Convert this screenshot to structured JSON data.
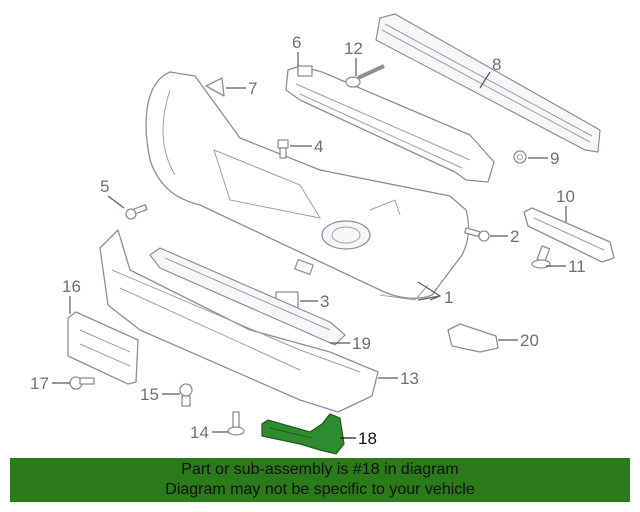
{
  "callouts": [
    {
      "id": "1",
      "label": "1"
    },
    {
      "id": "2",
      "label": "2"
    },
    {
      "id": "3",
      "label": "3"
    },
    {
      "id": "4",
      "label": "4"
    },
    {
      "id": "5",
      "label": "5"
    },
    {
      "id": "6",
      "label": "6"
    },
    {
      "id": "7",
      "label": "7"
    },
    {
      "id": "8",
      "label": "8"
    },
    {
      "id": "9",
      "label": "9"
    },
    {
      "id": "10",
      "label": "10"
    },
    {
      "id": "11",
      "label": "11"
    },
    {
      "id": "12",
      "label": "12"
    },
    {
      "id": "13",
      "label": "13"
    },
    {
      "id": "14",
      "label": "14"
    },
    {
      "id": "15",
      "label": "15"
    },
    {
      "id": "16",
      "label": "16"
    },
    {
      "id": "17",
      "label": "17"
    },
    {
      "id": "18",
      "label": "18"
    },
    {
      "id": "19",
      "label": "19"
    },
    {
      "id": "20",
      "label": "20"
    }
  ],
  "highlighted_part": "18",
  "colors": {
    "highlight": "#2e8b2e",
    "banner": "#2a7a1a"
  },
  "banner": {
    "line1": "Part or sub-assembly is #18 in diagram",
    "line2": "Diagram may not be specific to your vehicle"
  }
}
